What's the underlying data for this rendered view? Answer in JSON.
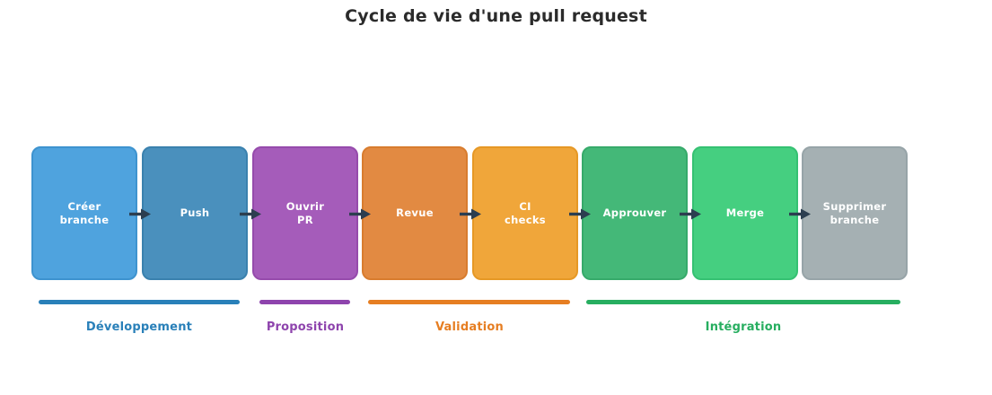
{
  "title": "Cycle de vie d'une pull request",
  "colors": {
    "background": "#ffffff",
    "title_text": "#2b2b2b",
    "box_text": "#ffffff",
    "arrow": "#2c3e50"
  },
  "steps": [
    {
      "label": "Créer\nbranche",
      "fill": "#4fa3de",
      "border": "#3d93cf"
    },
    {
      "label": "Push",
      "fill": "#4a90bd",
      "border": "#3a81ae"
    },
    {
      "label": "Ouvrir\nPR",
      "fill": "#a55cba",
      "border": "#964bac"
    },
    {
      "label": "Revue",
      "fill": "#e28a42",
      "border": "#d87c2e"
    },
    {
      "label": "CI\nchecks",
      "fill": "#f0a63a",
      "border": "#e69825"
    },
    {
      "label": "Approuver",
      "fill": "#44b878",
      "border": "#36aa6a"
    },
    {
      "label": "Merge",
      "fill": "#45cf80",
      "border": "#35c172"
    },
    {
      "label": "Supprimer\nbranche",
      "fill": "#a5b0b3",
      "border": "#97a4a8"
    }
  ],
  "phases": [
    {
      "label": "Développement",
      "color": "#2980b9"
    },
    {
      "label": "Proposition",
      "color": "#8e44ad"
    },
    {
      "label": "Validation",
      "color": "#e67e22"
    },
    {
      "label": "Intégration",
      "color": "#27ae60"
    }
  ]
}
